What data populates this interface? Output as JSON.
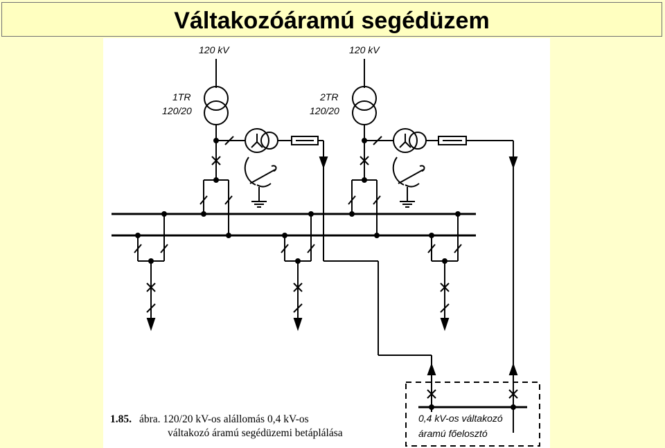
{
  "slide": {
    "title": "Váltakozóáramú segédüzem"
  },
  "diagram": {
    "tr1": {
      "name": "1TR",
      "ratio": "120/20",
      "voltage": "120 kV"
    },
    "tr2": {
      "name": "2TR",
      "ratio": "120/20",
      "voltage": "120 kV"
    },
    "caption": {
      "number": "1.85.",
      "line1": "ábra. 120/20 kV-os alállomás 0,4 kV-os",
      "line2": "váltakozó áramú segédüzemi betáplálása"
    },
    "distributor": {
      "line1": "0,4 kV-os váltakozó",
      "line2": "áramú főelosztó"
    }
  }
}
